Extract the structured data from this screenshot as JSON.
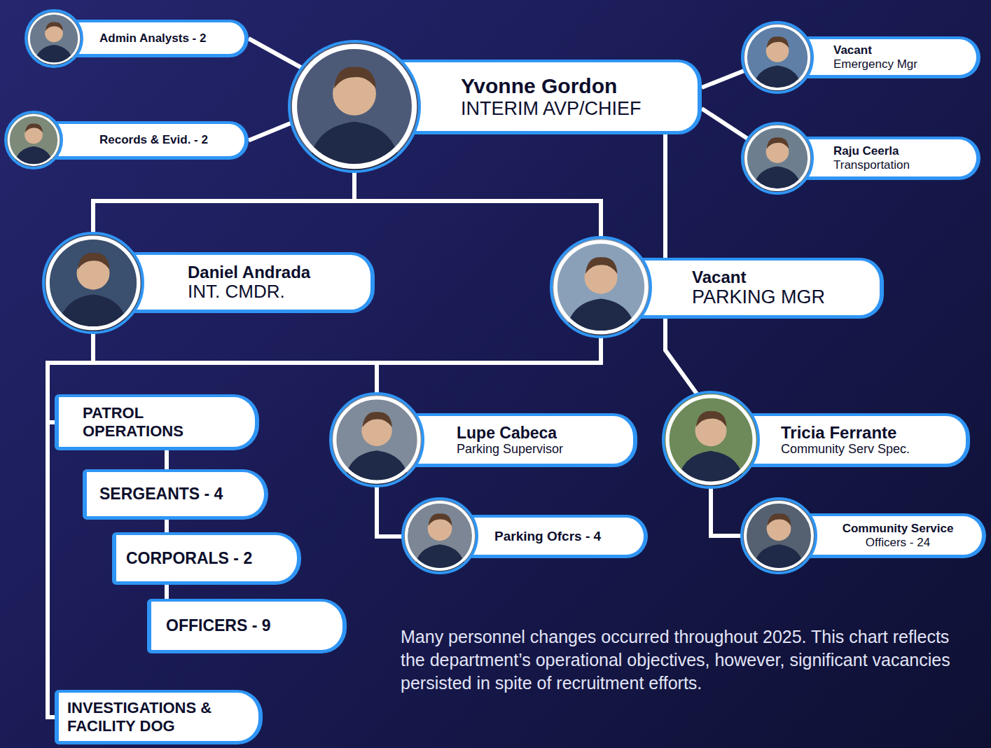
{
  "diagram": {
    "caption": "Many personnel changes occurred throughout 2025. This chart reflects the department’s operational objectives, however, significant vacancies persisted in spite of recruitment efforts.",
    "nodes": [
      {
        "text": [
          "Admin Analysts - 2"
        ]
      },
      {
        "text": [
          "Records & Evid. - 2"
        ]
      },
      {
        "text": [
          "Yvonne Gordon",
          "INTERIM AVP/CHIEF"
        ]
      },
      {
        "text": [
          "Vacant",
          "Emergency Mgr"
        ]
      },
      {
        "text": [
          "Raju Ceerla",
          "Transportation"
        ]
      },
      {
        "text": [
          "Daniel Andrada",
          "INT. CMDR."
        ]
      },
      {
        "text": [
          "Vacant",
          "PARKING MGR"
        ]
      },
      {
        "text": [
          "PATROL OPERATIONS"
        ]
      },
      {
        "text": [
          "Lupe Cabeca",
          "Parking Supervisor"
        ]
      },
      {
        "text": [
          "Tricia Ferrante",
          "Community Serv Spec."
        ]
      },
      {
        "text": [
          "SERGEANTS - 4"
        ]
      },
      {
        "text": [
          "Parking Ofcrs - 4"
        ]
      },
      {
        "text": [
          "Community Service",
          "Officers - 24"
        ]
      },
      {
        "text": [
          "CORPORALS - 2"
        ]
      },
      {
        "text": [
          "OFFICERS - 9"
        ]
      },
      {
        "text": [
          "INVESTIGATIONS & FACILITY DOG"
        ]
      }
    ],
    "edges": [
      {
        "from": 2,
        "to": 0,
        "arrow": "none"
      },
      {
        "from": 2,
        "to": 1,
        "arrow": "none"
      },
      {
        "from": 2,
        "to": 3,
        "arrow": "none"
      },
      {
        "from": 2,
        "to": 4,
        "arrow": "none"
      },
      {
        "from": 2,
        "to": 5,
        "arrow": "none"
      },
      {
        "from": 2,
        "to": 6,
        "arrow": "none"
      },
      {
        "from": 2,
        "to": 9,
        "arrow": "none"
      },
      {
        "from": 5,
        "to": 7,
        "arrow": "none"
      },
      {
        "from": 5,
        "to": 8,
        "arrow": "none"
      },
      {
        "from": 5,
        "to": 15,
        "arrow": "none"
      },
      {
        "from": 6,
        "to": 7,
        "arrow": "none"
      },
      {
        "from": 6,
        "to": 8,
        "arrow": "none"
      },
      {
        "from": 6,
        "to": 15,
        "arrow": "none"
      },
      {
        "from": 7,
        "to": 10,
        "arrow": "none"
      },
      {
        "from": 10,
        "to": 13,
        "arrow": "none"
      },
      {
        "from": 13,
        "to": 14,
        "arrow": "none"
      },
      {
        "from": 8,
        "to": 11,
        "arrow": "none"
      },
      {
        "from": 9,
        "to": 12,
        "arrow": "none"
      }
    ]
  }
}
